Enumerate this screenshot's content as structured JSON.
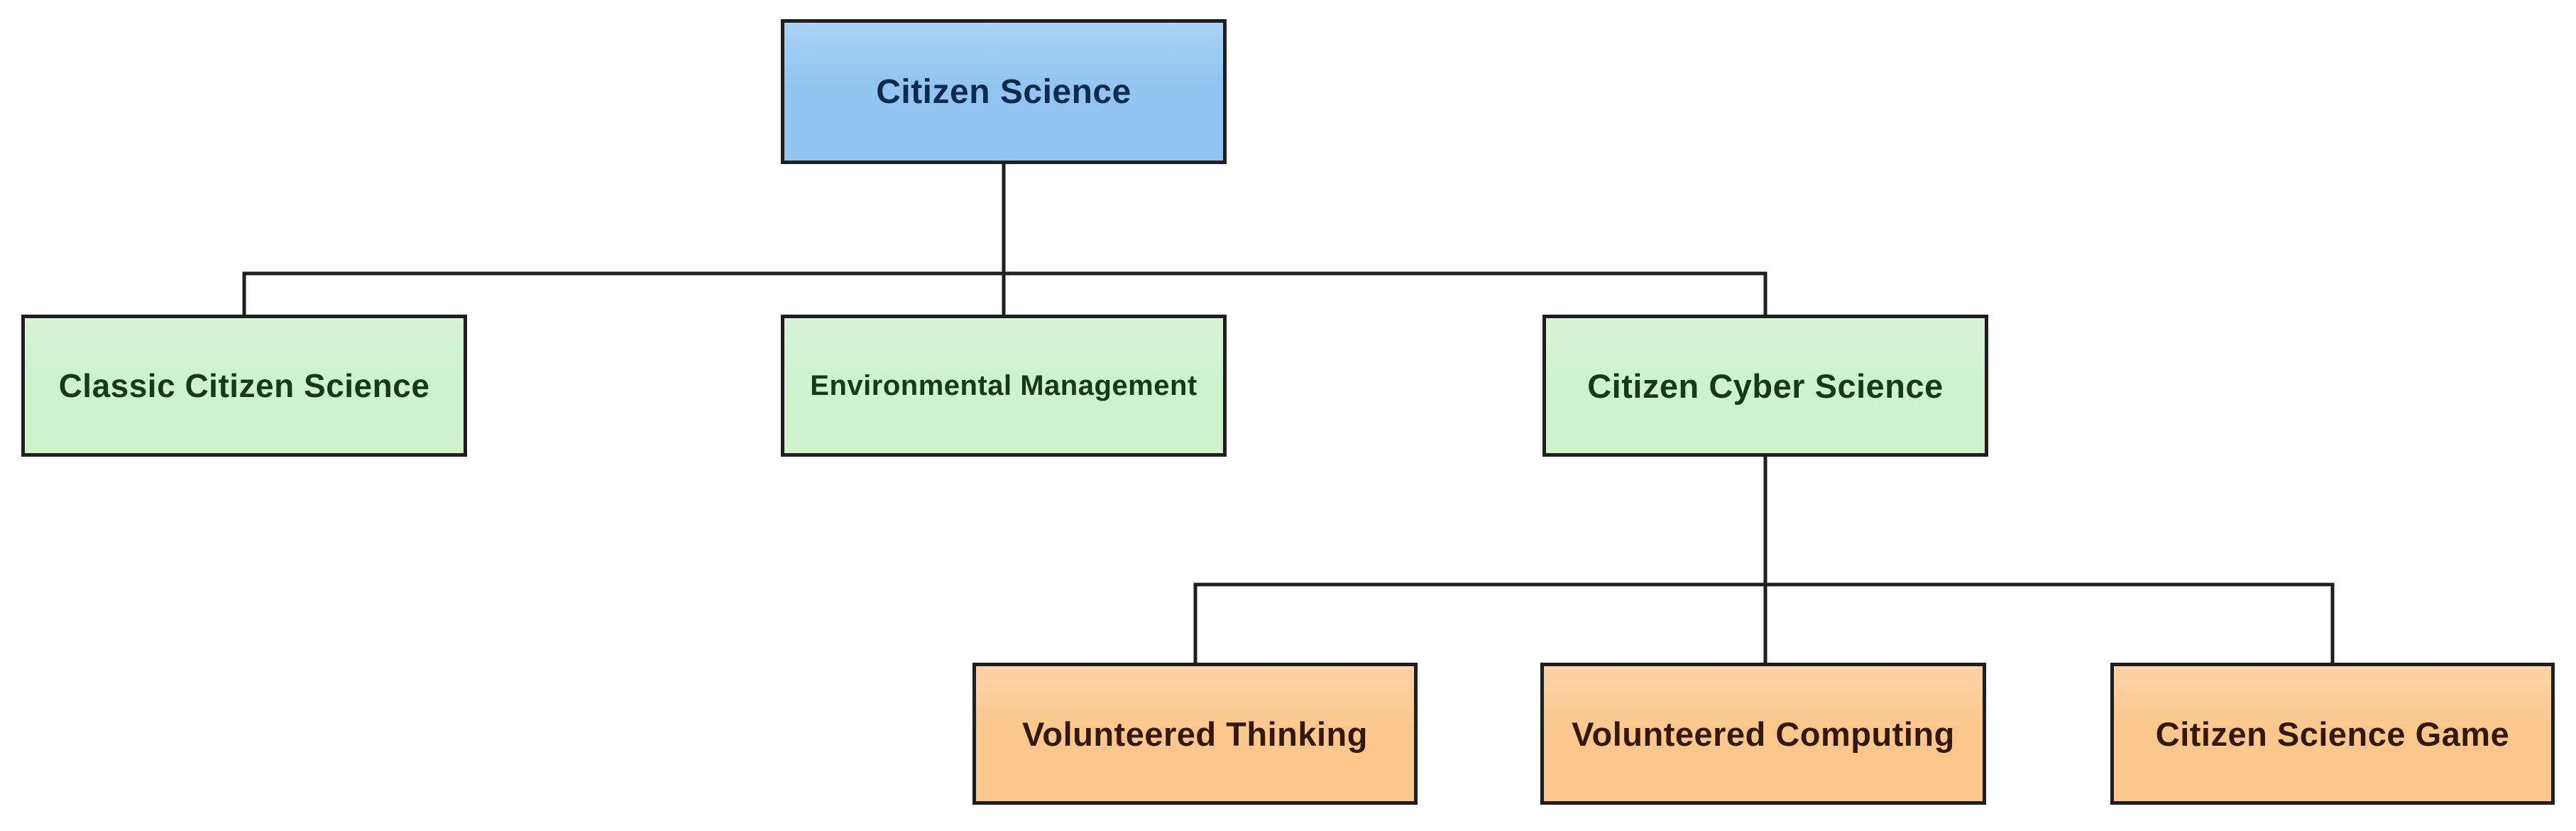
{
  "diagram": {
    "type": "hierarchy-tree",
    "background_color": "#ffffff",
    "connector_color": "#1f1f1f",
    "node_border_color": "#1f1f1f",
    "nodes": {
      "root": {
        "label": "Citizen Science",
        "fill": "#92C5F1",
        "text_color": "#0d2b4d"
      },
      "classic": {
        "label": "Classic Citizen Science",
        "fill": "#CDF2CC",
        "text_color": "#173917"
      },
      "environmental": {
        "label": "Environmental Management",
        "fill": "#CDF2CC",
        "text_color": "#173917"
      },
      "cyber": {
        "label": "Citizen Cyber Science",
        "fill": "#CDF2CC",
        "text_color": "#173917"
      },
      "thinking": {
        "label": "Volunteered Thinking",
        "fill": "#FBC78D",
        "text_color": "#33190b"
      },
      "computing": {
        "label": "Volunteered Computing",
        "fill": "#FBC78D",
        "text_color": "#33190b"
      },
      "game": {
        "label": "Citizen Science Game",
        "fill": "#FBC78D",
        "text_color": "#33190b"
      }
    },
    "edges": [
      {
        "from": "Citizen Science",
        "to": "Classic Citizen Science"
      },
      {
        "from": "Citizen Science",
        "to": "Environmental Management"
      },
      {
        "from": "Citizen Science",
        "to": "Citizen Cyber Science"
      },
      {
        "from": "Citizen Cyber Science",
        "to": "Volunteered Thinking"
      },
      {
        "from": "Citizen Cyber Science",
        "to": "Volunteered Computing"
      },
      {
        "from": "Citizen Cyber Science",
        "to": "Citizen Science Game"
      }
    ]
  }
}
